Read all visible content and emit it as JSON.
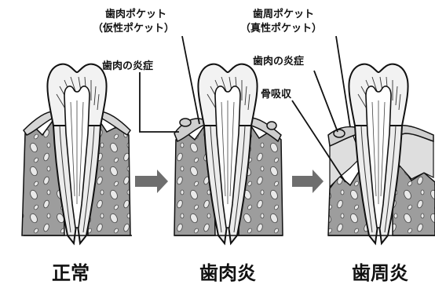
{
  "diagram": {
    "stages": [
      {
        "caption": "正常"
      },
      {
        "caption": "歯肉炎"
      },
      {
        "caption": "歯周炎"
      }
    ],
    "callouts": {
      "gingival_pocket_line1": "歯肉ポケット",
      "gingival_pocket_line2": "（仮性ポケット）",
      "periodontal_pocket_line1": "歯周ポケット",
      "periodontal_pocket_line2": "（真性ポケット）",
      "gum_inflammation_1": "歯肉の炎症",
      "gum_inflammation_2": "歯肉の炎症",
      "bone_resorption": "骨吸収"
    }
  }
}
